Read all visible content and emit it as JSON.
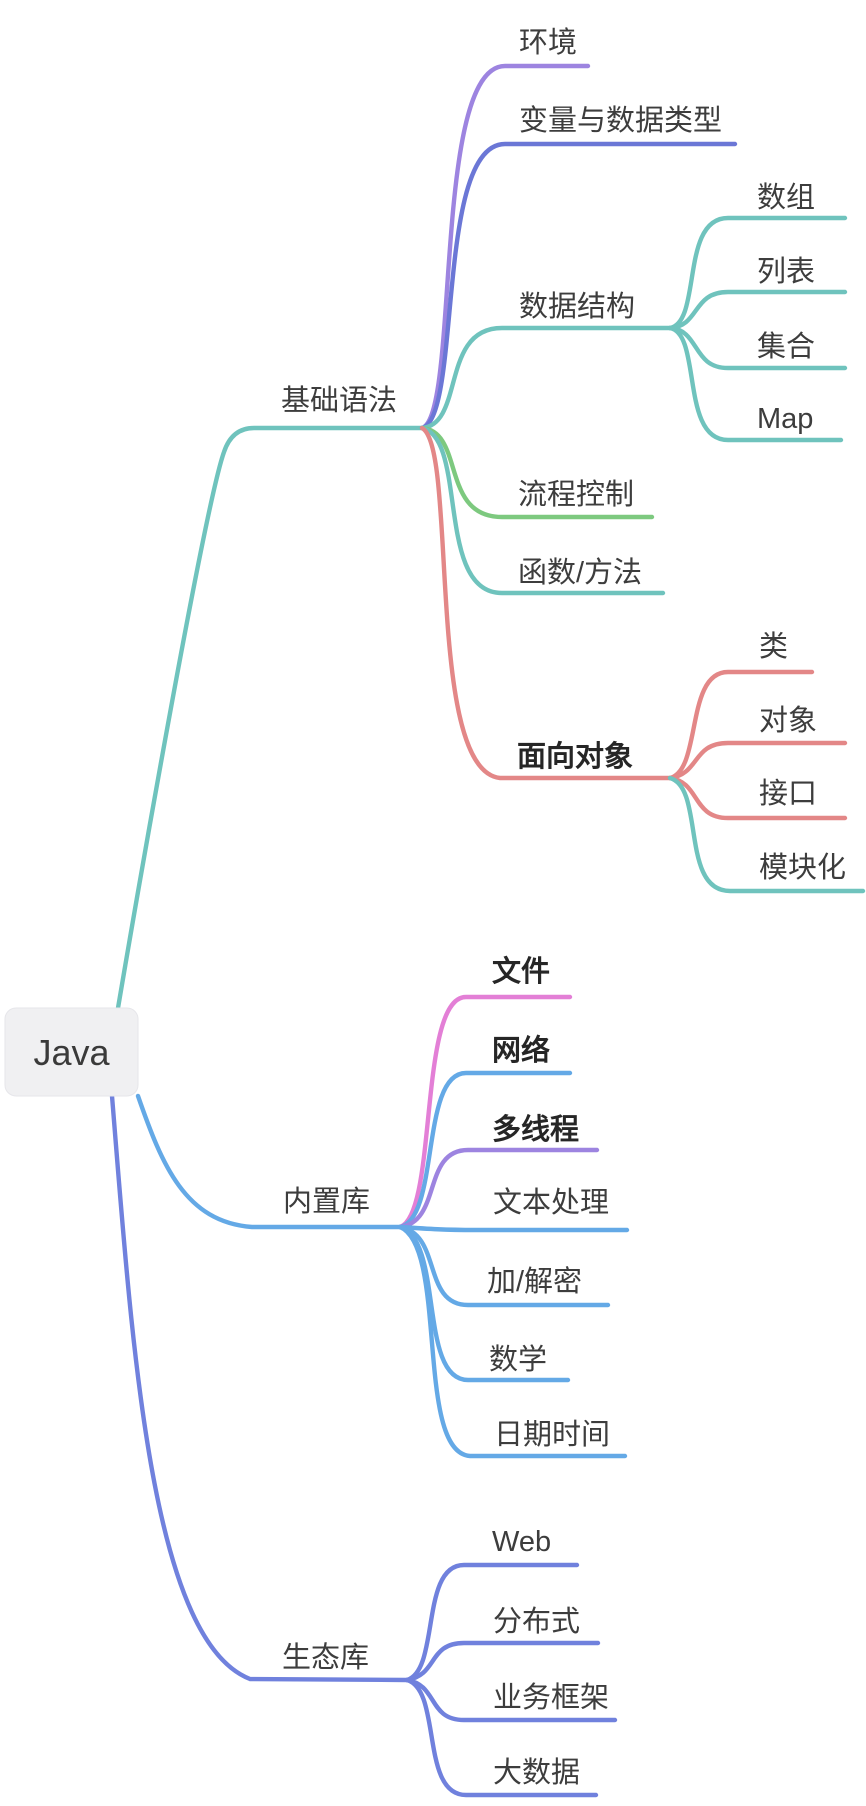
{
  "canvas": {
    "background": "#ffffff"
  },
  "root": {
    "label": "Java",
    "box_color": "#f0f0f2",
    "text_color": "#3a3a3a"
  },
  "branches": [
    {
      "label": "基础语法",
      "color": "#6fc3bd",
      "children": [
        {
          "label": "环境",
          "color": "#9d84e0"
        },
        {
          "label": "变量与数据类型",
          "color": "#6b77d6"
        },
        {
          "label": "数据结构",
          "color": "#6fc3bd",
          "children": [
            {
              "label": "数组",
              "color": "#6fc3bd"
            },
            {
              "label": "列表",
              "color": "#6fc3bd"
            },
            {
              "label": "集合",
              "color": "#6fc3bd"
            },
            {
              "label": "Map",
              "color": "#6fc3bd"
            }
          ]
        },
        {
          "label": "流程控制",
          "color": "#7dc97f"
        },
        {
          "label": "函数/方法",
          "color": "#6fc3bd"
        },
        {
          "label": "面向对象",
          "color": "#e38787",
          "bold": true,
          "children": [
            {
              "label": "类",
              "color": "#e38787"
            },
            {
              "label": "对象",
              "color": "#e38787"
            },
            {
              "label": "接口",
              "color": "#e38787"
            },
            {
              "label": "模块化",
              "color": "#6fc3bd"
            }
          ]
        }
      ]
    },
    {
      "label": "内置库",
      "color": "#64a9e6",
      "children": [
        {
          "label": "文件",
          "color": "#e37fd6",
          "bold": true
        },
        {
          "label": "网络",
          "color": "#64a9e6",
          "bold": true
        },
        {
          "label": "多线程",
          "color": "#9d84e0",
          "bold": true
        },
        {
          "label": "文本处理",
          "color": "#64a9e6"
        },
        {
          "label": "加/解密",
          "color": "#64a9e6"
        },
        {
          "label": "数学",
          "color": "#64a9e6"
        },
        {
          "label": "日期时间",
          "color": "#64a9e6"
        }
      ]
    },
    {
      "label": "生态库",
      "color": "#7081dd",
      "children": [
        {
          "label": "Web",
          "color": "#7081dd"
        },
        {
          "label": "分布式",
          "color": "#7081dd"
        },
        {
          "label": "业务框架",
          "color": "#7081dd"
        },
        {
          "label": "大数据",
          "color": "#7081dd"
        }
      ]
    }
  ]
}
